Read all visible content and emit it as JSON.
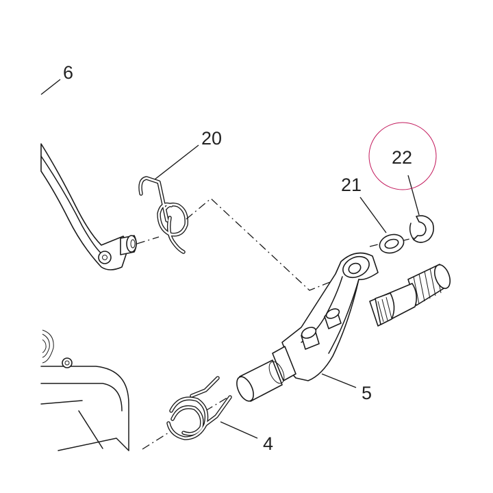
{
  "callouts": {
    "c6": "6",
    "c20": "20",
    "c21": "21",
    "c22": "22",
    "c5": "5",
    "c4": "4"
  },
  "highlight_color": "#c2185b"
}
